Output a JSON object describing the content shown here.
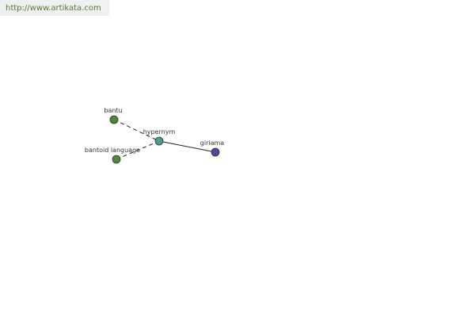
{
  "header": {
    "url_text": "http://www.artikata.com"
  },
  "graph": {
    "nodes": [
      {
        "id": "bantu",
        "label": "bantu",
        "color": "#4a8a3e"
      },
      {
        "id": "hypernym",
        "label": "hypernym",
        "color": "#4a9a90"
      },
      {
        "id": "bantoid",
        "label": "bantoid language",
        "color": "#4a8a3e"
      },
      {
        "id": "giriama",
        "label": "giriama",
        "color": "#4a4aa0"
      }
    ],
    "edges": [
      {
        "from": "bantu",
        "to": "hypernym",
        "style": "dashed"
      },
      {
        "from": "bantoid",
        "to": "hypernym",
        "style": "dashed"
      },
      {
        "from": "hypernym",
        "to": "giriama",
        "style": "solid"
      }
    ]
  }
}
